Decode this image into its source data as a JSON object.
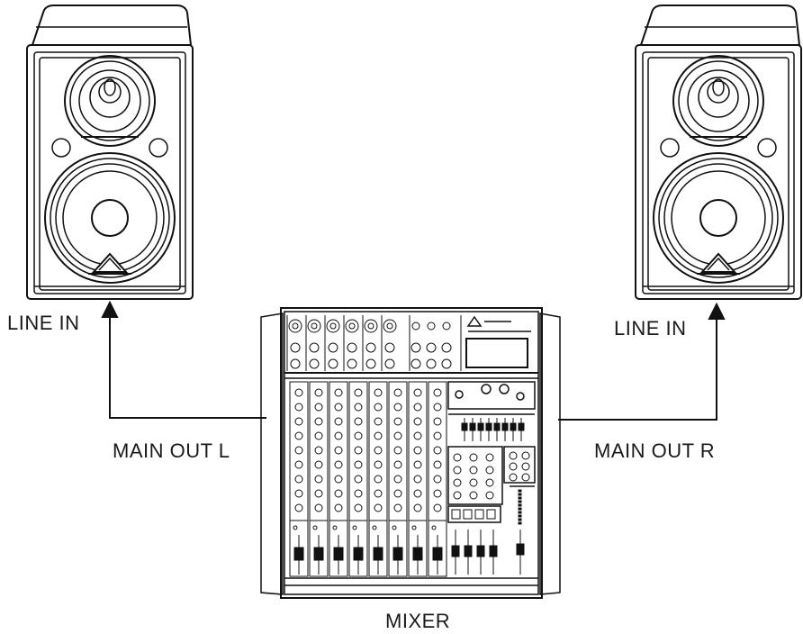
{
  "labels": {
    "line_in_left": "LINE IN",
    "line_in_right": "LINE IN",
    "main_out_l": "MAIN OUT L",
    "main_out_r": "MAIN OUT R",
    "mixer": "MIXER"
  },
  "colors": {
    "line": "#111111",
    "background": "#ffffff"
  },
  "icons": {
    "left_speaker": "loudspeaker-icon",
    "right_speaker": "loudspeaker-icon",
    "mixer": "mixing-console-icon"
  }
}
